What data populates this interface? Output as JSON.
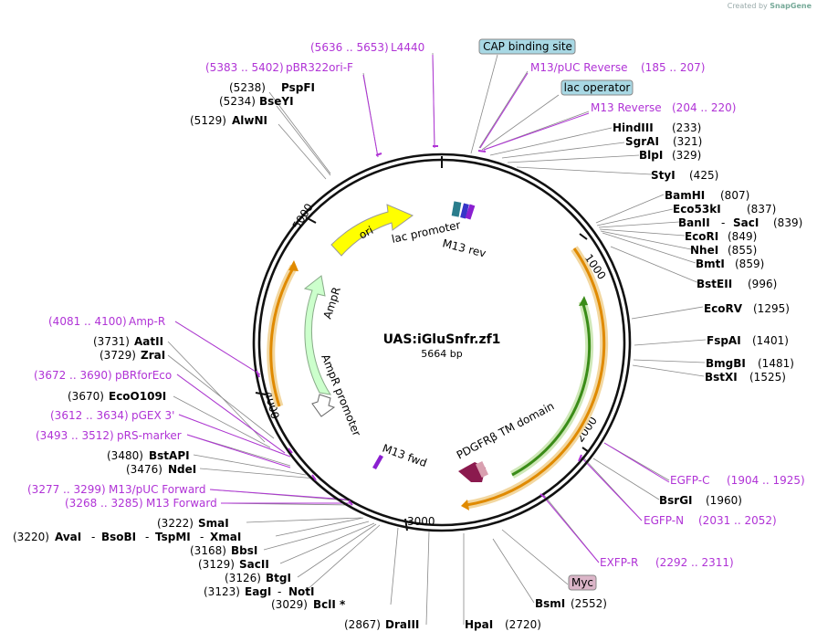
{
  "credit": {
    "prefix": "Created by",
    "brand": "SnapGene"
  },
  "plasmid": {
    "name": "UAS:iGluSnfr.zf1",
    "size": "5664 bp"
  },
  "ticks": [
    "1000",
    "2000",
    "3000",
    "4000",
    "5000"
  ],
  "features": {
    "ori": "ori",
    "ampr": "AmpR",
    "ampr_promoter": "AmpR promoter",
    "lac_promoter": "lac promoter",
    "m13rev": "M13 rev",
    "m13fwd": "M13 fwd",
    "pdgfr": "PDGFRβ TM domain"
  },
  "boxes": {
    "cap": "CAP binding site",
    "lacop": "lac operator",
    "myc": "Myc"
  },
  "labels": {
    "L4440": {
      "pos": "(5636 .. 5653)",
      "name": "L4440"
    },
    "pBR322": {
      "pos": "(5383 .. 5402)",
      "name": "pBR322ori-F"
    },
    "PspFI": {
      "pos": "(5238)",
      "name": "PspFI"
    },
    "BseYI": {
      "pos": "(5234)",
      "name": "BseYI"
    },
    "AlwNI": {
      "pos": "(5129)",
      "name": "AlwNI"
    },
    "M13pUCRev": {
      "name": "M13/pUC Reverse",
      "pos": "(185 .. 207)"
    },
    "M13Rev": {
      "name": "M13 Reverse",
      "pos": "(204 .. 220)"
    },
    "HindIII": {
      "name": "HindIII",
      "pos": "(233)"
    },
    "SgrAI": {
      "name": "SgrAI",
      "pos": "(321)"
    },
    "BlpI": {
      "name": "BlpI",
      "pos": "(329)"
    },
    "StyI": {
      "name": "StyI",
      "pos": "(425)"
    },
    "BamHI": {
      "name": "BamHI",
      "pos": "(807)"
    },
    "Eco53kI": {
      "name": "Eco53kI",
      "pos": "(837)"
    },
    "BanII": {
      "name": "BanII",
      "sep": "-",
      "name2": "SacI",
      "pos": "(839)"
    },
    "EcoRI": {
      "name": "EcoRI",
      "pos": "(849)"
    },
    "NheI": {
      "name": "NheI",
      "pos": "(855)"
    },
    "BmtI": {
      "name": "BmtI",
      "pos": "(859)"
    },
    "BstEII": {
      "name": "BstEII",
      "pos": "(996)"
    },
    "EcoRV": {
      "name": "EcoRV",
      "pos": "(1295)"
    },
    "FspAI": {
      "name": "FspAI",
      "pos": "(1401)"
    },
    "BmgBI": {
      "name": "BmgBI",
      "pos": "(1481)"
    },
    "BstXI": {
      "name": "BstXI",
      "pos": "(1525)"
    },
    "EGFPC": {
      "name": "EGFP-C",
      "pos": "(1904 .. 1925)"
    },
    "BsrGI": {
      "name": "BsrGI",
      "pos": "(1960)"
    },
    "EGFPN": {
      "name": "EGFP-N",
      "pos": "(2031 .. 2052)"
    },
    "EXFPR": {
      "name": "EXFP-R",
      "pos": "(2292 .. 2311)"
    },
    "BsmI": {
      "name": "BsmI",
      "pos": "(2552)"
    },
    "HpaI": {
      "name": "HpaI",
      "pos": "(2720)"
    },
    "DraIII": {
      "pos": "(2867)",
      "name": "DraIII"
    },
    "BclI": {
      "pos": "(3029)",
      "name": "BclI *"
    },
    "EagI": {
      "pos": "(3123)",
      "name": "EagI",
      "sep": "-",
      "name2": "NotI"
    },
    "BtgI": {
      "pos": "(3126)",
      "name": "BtgI"
    },
    "SacII": {
      "pos": "(3129)",
      "name": "SacII"
    },
    "BbsI": {
      "pos": "(3168)",
      "name": "BbsI"
    },
    "AvaI": {
      "pos": "(3220)",
      "name": "AvaI",
      "sep1": "-",
      "name2": "BsoBI",
      "sep2": "-",
      "name3": "TspMI",
      "sep3": "-",
      "name4": "XmaI"
    },
    "SmaI": {
      "pos": "(3222)",
      "name": "SmaI"
    },
    "M13Fwd": {
      "pos": "(3268 .. 3285)",
      "name": "M13 Forward"
    },
    "M13pUCFwd": {
      "pos": "(3277 .. 3299)",
      "name": "M13/pUC Forward"
    },
    "NdeI": {
      "pos": "(3476)",
      "name": "NdeI"
    },
    "BstAPI": {
      "pos": "(3480)",
      "name": "BstAPI"
    },
    "pRS": {
      "pos": "(3493 .. 3512)",
      "name": "pRS-marker"
    },
    "pGEX": {
      "pos": "(3612 .. 3634)",
      "name": "pGEX 3'"
    },
    "EcoO109I": {
      "pos": "(3670)",
      "name": "EcoO109I"
    },
    "pBRforEco": {
      "pos": "(3672 .. 3690)",
      "name": "pBRforEco"
    },
    "ZraI": {
      "pos": "(3729)",
      "name": "ZraI"
    },
    "AatII": {
      "pos": "(3731)",
      "name": "AatII"
    },
    "AmpR": {
      "pos": "(4081 .. 4100)",
      "name": "Amp-R"
    }
  }
}
